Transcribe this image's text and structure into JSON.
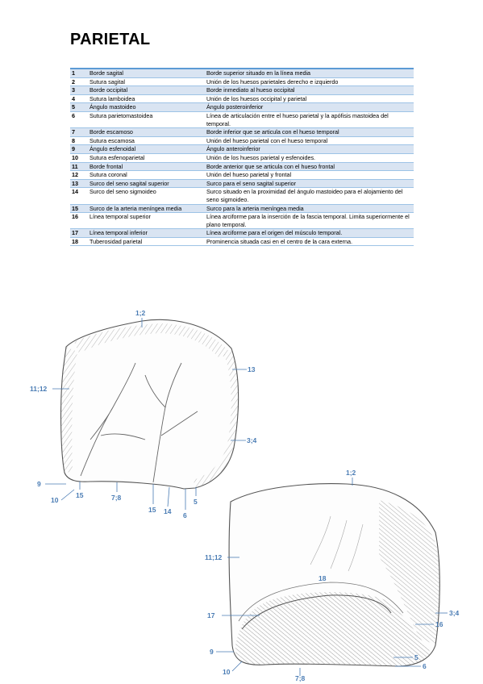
{
  "title": "PARIETAL",
  "rows": [
    {
      "num": "1",
      "term": "Borde sagital",
      "desc": "Borde superior situado en la línea media",
      "shaded": true
    },
    {
      "num": "2",
      "term": "Sutura sagital",
      "desc": "Unión de los huesos parietales derecho e izquierdo",
      "shaded": false
    },
    {
      "num": "3",
      "term": "Borde occipital",
      "desc": "Borde inmediato al hueso occipital",
      "shaded": true
    },
    {
      "num": "4",
      "term": "Sutura lamboidea",
      "desc": "Unión de los huesos occipital y parietal",
      "shaded": false
    },
    {
      "num": "5",
      "term": "Ángulo mastoideo",
      "desc": "Ángulo posteroinferior",
      "shaded": true
    },
    {
      "num": "6",
      "term": "Sutura parietomastoidea",
      "desc": "Línea de articulación entre el hueso parietal y la apófisis mastoidea del temporal.",
      "shaded": false
    },
    {
      "num": "7",
      "term": "Borde escamoso",
      "desc": "Borde inferior que se articula con el hueso temporal",
      "shaded": true
    },
    {
      "num": "8",
      "term": "Sutura escamosa",
      "desc": "Unión del hueso parietal con el hueso temporal",
      "shaded": false
    },
    {
      "num": "9",
      "term": "Ángulo esfenoidal",
      "desc": "Ángulo anteroinferior",
      "shaded": true
    },
    {
      "num": "10",
      "term": "Sutura esfenoparietal",
      "desc": "Unión de los huesos parietal y esfenoides.",
      "shaded": false
    },
    {
      "num": "11",
      "term": "Borde frontal",
      "desc": "Borde anterior que se articula con el hueso frontal",
      "shaded": true
    },
    {
      "num": "12",
      "term": "Sutura coronal",
      "desc": "Unión del hueso parietal y frontal",
      "shaded": false
    },
    {
      "num": "13",
      "term": "Surco del seno sagital superior",
      "desc": "Surco para el seno sagital superior",
      "shaded": true
    },
    {
      "num": "14",
      "term": "Surco del seno sigmoideo",
      "desc": "Surco situado en la proximidad del ángulo mastoideo para el alojamiento del seno sigmoideo.",
      "shaded": false
    },
    {
      "num": "15",
      "term": "Surco de la arteria meníngea media",
      "desc": "Surco para la arteria meníngea media",
      "shaded": true
    },
    {
      "num": "16",
      "term": "Línea temporal superior",
      "desc": "Línea arciforme para la inserción de la fascia temporal. Limita superiormente el plano temporal.",
      "shaded": false
    },
    {
      "num": "17",
      "term": "Línea temporal inferior",
      "desc": "Línea arciforme para el origen del músculo temporal.",
      "shaded": true
    },
    {
      "num": "18",
      "term": "Tuberosidad parietal",
      "desc": "Prominencia situada casi en el centro de la cara externa.",
      "shaded": false
    }
  ],
  "inner_labels": {
    "l1_2": "1;2",
    "l13": "13",
    "l11_12": "11;12",
    "l3_4": "3;4",
    "l9": "9",
    "l10": "10",
    "l15a": "15",
    "l7_8": "7;8",
    "l15b": "15",
    "l14": "14",
    "l6": "6",
    "l5": "5"
  },
  "outer_labels": {
    "l1_2": "1;2",
    "l11_12": "11;12",
    "l18": "18",
    "l17": "17",
    "l3_4": "3;4",
    "l16": "16",
    "l9": "9",
    "l10": "10",
    "l5": "5",
    "l6": "6",
    "l7_8": "7;8"
  },
  "colors": {
    "label": "#4a7cb4",
    "row_shade": "#d9e4f2",
    "rule": "#5b9bd5"
  }
}
